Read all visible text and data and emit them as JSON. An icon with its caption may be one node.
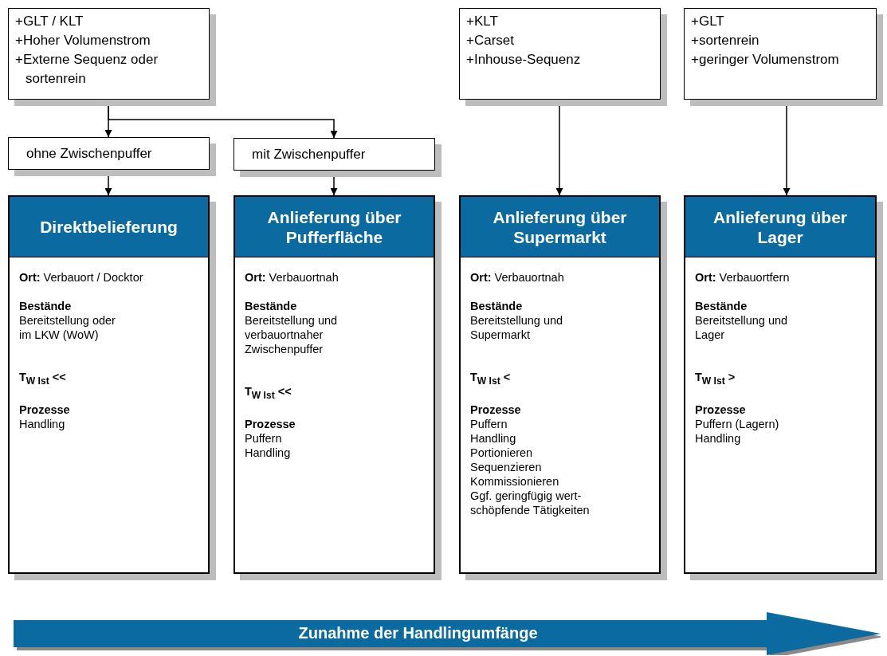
{
  "diagram": {
    "nodes": [
      {
        "text": [
          "+GLT / KLT",
          "+Hoher Volumenstrom",
          "+Externe Sequenz oder sortenrein"
        ]
      },
      {
        "text": [
          "ohne Zwischenpuffer"
        ]
      },
      {
        "text": [
          "mit Zwischenpuffer"
        ]
      },
      {
        "text": [
          "+KLT",
          "+Carset",
          "+Inhouse-Sequenz"
        ]
      },
      {
        "text": [
          "+GLT",
          "+sortenrein",
          "+geringer Volumenstrom"
        ]
      },
      {
        "text": [
          "Direktbelieferung",
          "**Ort:** Verbauort / Docktor",
          "Bestände",
          "Bereitstellung oder im LKW (WoW)",
          "T$_{W Ist}$ <<",
          "Prozesse",
          "Handling"
        ]
      },
      {
        "text": [
          "Anlieferung über Pufferfläche",
          "**Ort:** Verbauortnah",
          "Bestände",
          "Bereitstellung und verbauortnaher Zwischenpuffer",
          "T$_{W Ist}$ <<",
          "Prozesse",
          "Puffern",
          "Handling"
        ]
      },
      {
        "text": [
          "Anlieferung über Supermarkt",
          "**Ort:** Verbauortnah",
          "Bestände",
          "Bereitstellung und Supermarkt",
          "T$_{W Ist}$ <",
          "Prozesse",
          "Puffern",
          "Handling",
          "Portionieren",
          "Sequenzieren",
          "Kommissionieren",
          "Ggf. geringfügig wert- schöpfende Tätigkeiten"
        ]
      },
      {
        "text": [
          "Anlieferung über Lager",
          "**Ort:** Verbauortfern",
          "Bestände",
          "Bereitstellung und Lager",
          "T$_{W Ist}$ >",
          "Prozesse",
          "Puffern (Lagern)",
          "Handling"
        ]
      },
      {
        "text": [
          "Zunahme der Handlingumfänge"
        ]
      }
    ],
    "edges": [
      {
        "from": 0,
        "to": 1,
        "arrow": "to"
      },
      {
        "from": 0,
        "to": 2,
        "arrow": "to"
      },
      {
        "from": 1,
        "to": 5,
        "arrow": "to"
      },
      {
        "from": 2,
        "to": 6,
        "arrow": "to"
      },
      {
        "from": 3,
        "to": 7,
        "arrow": "to"
      },
      {
        "from": 4,
        "to": 8,
        "arrow": "to"
      }
    ]
  }
}
